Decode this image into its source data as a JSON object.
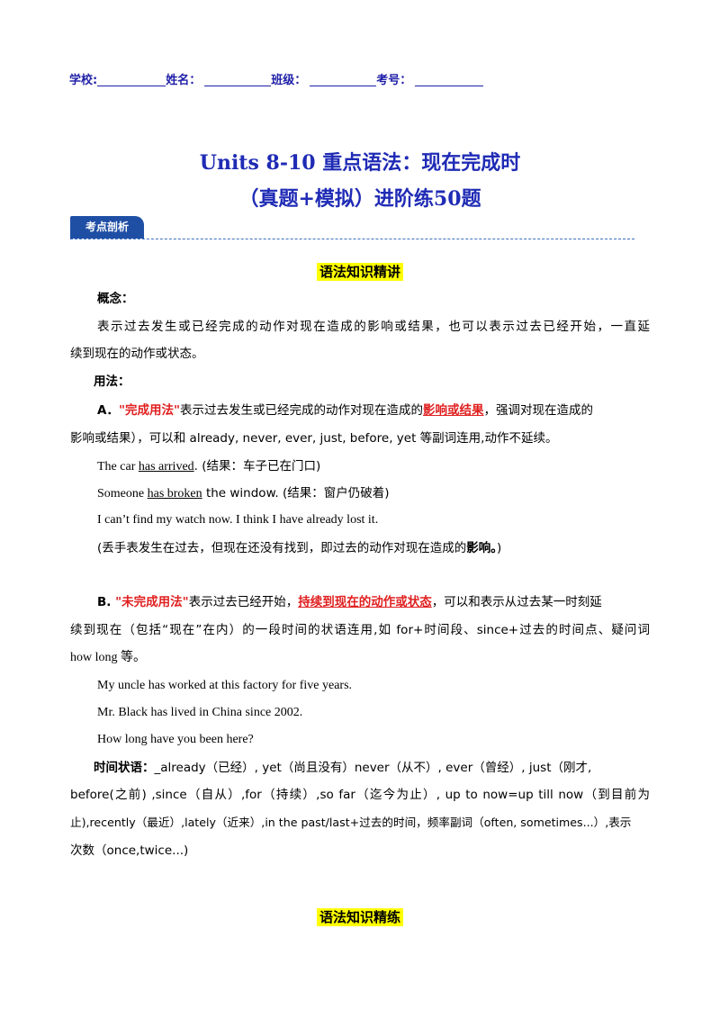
{
  "header": {
    "school_label": "学校:",
    "name_label": "姓名：",
    "class_label": "班级：",
    "number_label": "考号："
  },
  "title": {
    "line1": "Units 8-10 重点语法：现在完成时",
    "line2": "（真题+模拟）进阶练50题"
  },
  "tag": {
    "label": "考点剖析"
  },
  "section1": {
    "heading": "语法知识精讲"
  },
  "concept": {
    "label": "概念：",
    "line1": "表示过去发生或已经完成的动作对现在造成的影响或结果，也可以表示过去已经开始，一直延",
    "line2": "续到现在的动作或状态。"
  },
  "usage": {
    "label": "用法："
  },
  "partA": {
    "prefix": "A．",
    "term": "\"完成用法\"",
    "text1": "表示过去发生或已经完成的动作对现在造成的",
    "highlight": "影响或结果",
    "text2": "，强调对现在造成的",
    "line2": "影响或结果），可以和 already, never, ever, just, before, yet 等副词连用,动作不延续。",
    "ex1_pre": "The car ",
    "ex1_u": "has arrived",
    "ex1_post": ".      (结果：车子已在门口)",
    "ex2_pre": "Someone ",
    "ex2_u": "has broken",
    "ex2_post": " the window. (结果：窗户仍破着)",
    "ex3": "I can’t find my watch now. I think I have already lost it.",
    "note_pre": "(丢手表发生在过去，但现在还没有找到，即过去的动作对现在造成的",
    "note_bold": "影响。",
    "note_post": ")"
  },
  "partB": {
    "prefix": "B. ",
    "term": "\"未完成用法\"",
    "text1": "表示过去已经开始，",
    "highlight": "持续到现在的动作或状态",
    "text2": "，可以和表示从过去某一时刻延",
    "line2": "续到现在（包括“现在”在内）的一段时间的状语连用,如 for+时间段、since+过去的时间点、疑问词",
    "line3": "how long 等。",
    "ex1": "My uncle has worked at this factory for five years.",
    "ex2": "Mr. Black has lived in China since 2002.",
    "ex3": "How long have you been here?"
  },
  "time_adverbials": {
    "label": "时间状语：",
    "line1": "_already（已经）, yet（尚且没有）never（从不）, ever（曾经）, just（刚才,",
    "line2": "before(之前) ,since（自从）,for（持续）,so far（迄今为止）, up to now=up till now（到目前为",
    "line3": "止),recently（最近）,lately（近来）,in the past/last+过去的时间，频率副词（often, sometimes...）,表示",
    "line4": "次数（once,twice...)"
  },
  "section2": {
    "heading": "语法知识精练"
  }
}
